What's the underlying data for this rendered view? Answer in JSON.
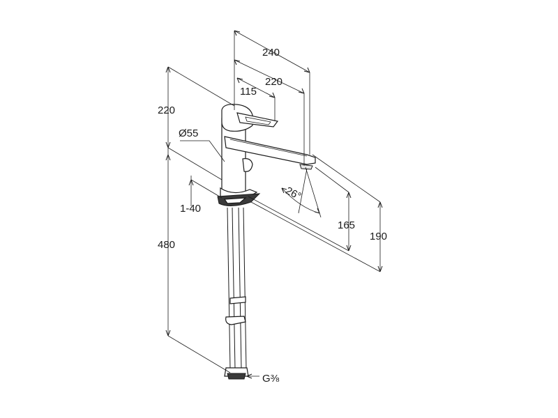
{
  "drawing": {
    "dimensions": {
      "outlet_reach": "240",
      "spout_reach": "220",
      "lever_length": "115",
      "height_above_spout": "220",
      "base_diameter": "Ø55",
      "deck_thickness": "1-40",
      "spout_angle": "26°",
      "spout_outlet_height": "165",
      "total_outlet_height": "190",
      "hose_length": "480",
      "connection_thread": "G⅜"
    }
  }
}
